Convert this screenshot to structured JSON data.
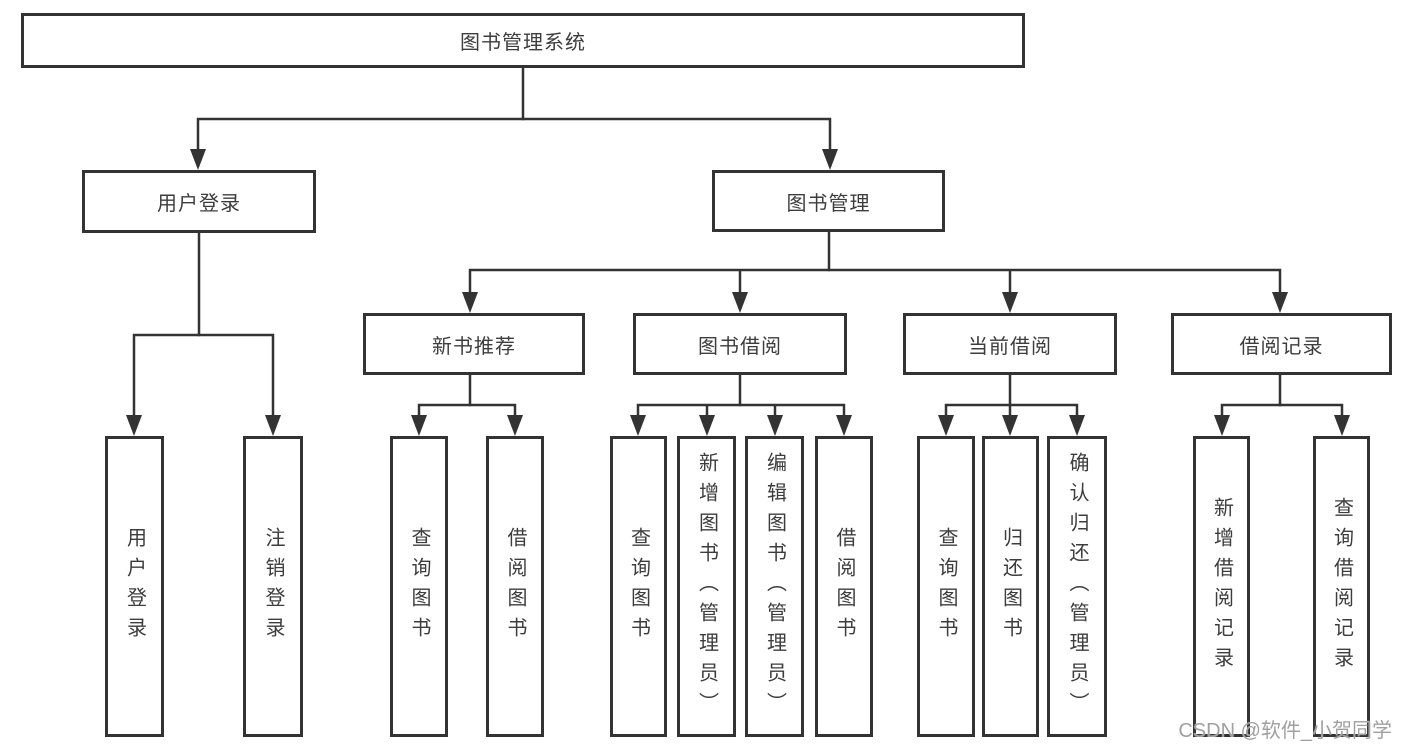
{
  "tree": {
    "root": "图书管理系统",
    "branches": [
      {
        "label": "用户登录",
        "leaves": [
          "用户登录",
          "注销登录"
        ]
      },
      {
        "label": "图书管理",
        "sections": [
          {
            "label": "新书推荐",
            "leaves": [
              "查询图书",
              "借阅图书"
            ]
          },
          {
            "label": "图书借阅",
            "leaves": [
              "查询图书",
              "新增图书（管理员）",
              "编辑图书（管理员）",
              "借阅图书"
            ]
          },
          {
            "label": "当前借阅",
            "leaves": [
              "查询图书",
              "归还图书",
              "确认归还（管理员）"
            ]
          },
          {
            "label": "借阅记录",
            "leaves": [
              "新增借阅记录",
              "查询借阅记录"
            ]
          }
        ]
      }
    ]
  },
  "watermark": "CSDN @软件_小贺同学",
  "colors": {
    "line": "#333333",
    "text": "#3d3d3d",
    "watermark": "#a0a0a0",
    "background": "#ffffff"
  }
}
